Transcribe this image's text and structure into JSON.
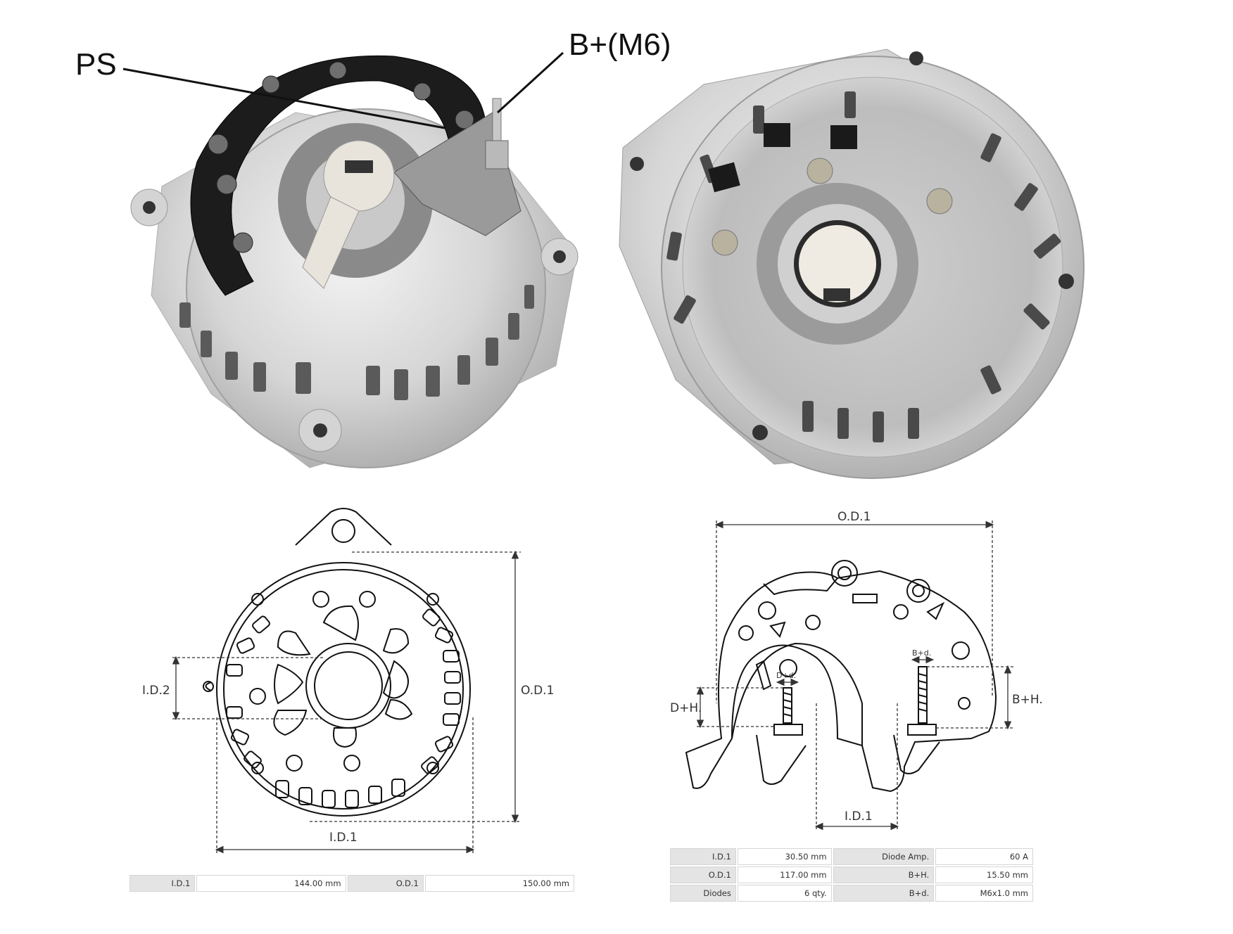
{
  "callouts": {
    "ps": "PS",
    "bplus_m6": "B+(M6)"
  },
  "housing_drawing": {
    "id2_label": "I.D.2",
    "od1_label": "O.D.1",
    "id1_label": "I.D.1"
  },
  "rectifier_drawing": {
    "od1_label": "O.D.1",
    "dh_label": "D+H.",
    "bh_label": "B+H.",
    "dd_label": "D+d.",
    "bd_label": "B+d.",
    "id1_label": "I.D.1"
  },
  "housing_spec": {
    "cells": [
      {
        "key": "I.D.1",
        "value": "144.00 mm"
      },
      {
        "key": "O.D.1",
        "value": "150.00 mm"
      }
    ]
  },
  "rectifier_spec": {
    "rows": [
      [
        {
          "key": "I.D.1",
          "value": "30.50 mm"
        },
        {
          "key": "Diode Amp.",
          "value": "60 A"
        }
      ],
      [
        {
          "key": "O.D.1",
          "value": "117.00 mm"
        },
        {
          "key": "B+H.",
          "value": "15.50 mm"
        }
      ],
      [
        {
          "key": "Diodes",
          "value": "6 qty."
        },
        {
          "key": "B+d.",
          "value": "M6x1.0 mm"
        }
      ]
    ]
  },
  "colors": {
    "aluminium": "#d9d9d9",
    "plastic": "#222222",
    "line": "#111111",
    "dim": "#333333"
  }
}
